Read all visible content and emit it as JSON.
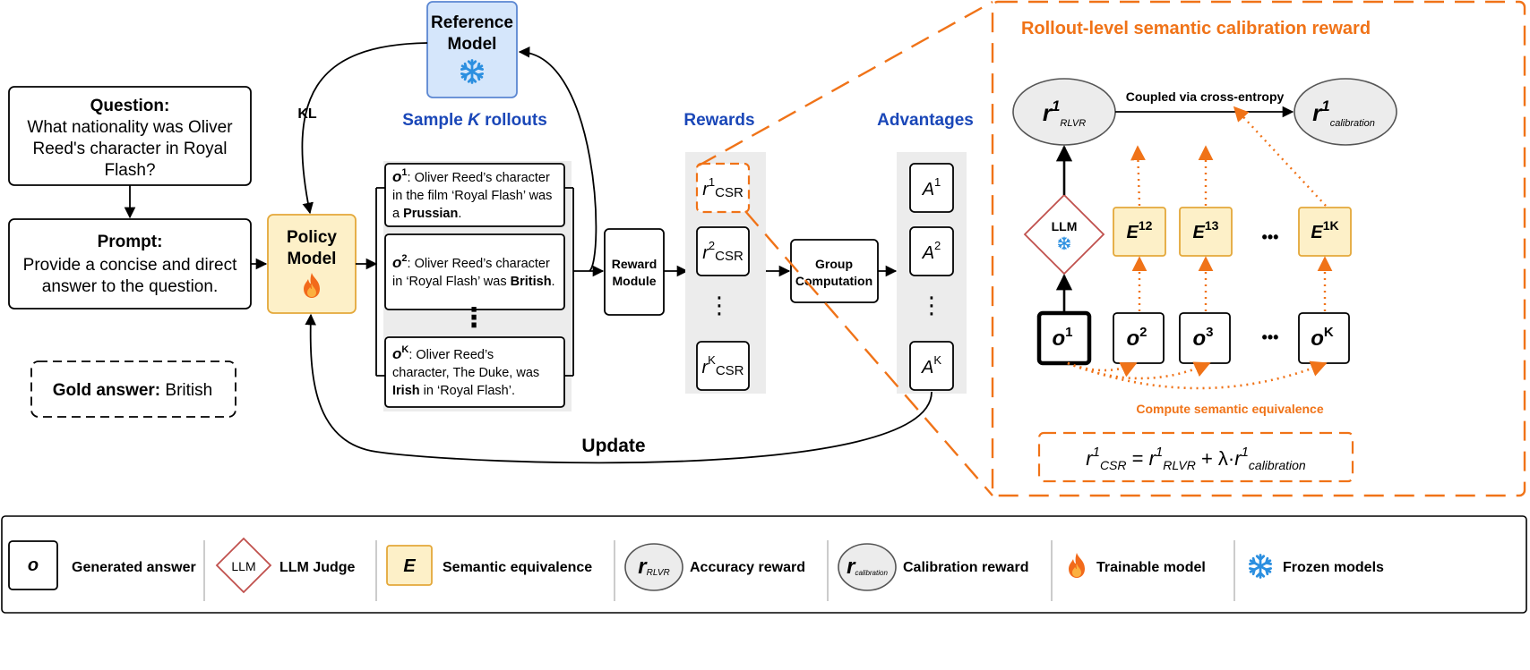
{
  "question": {
    "heading": "Question:",
    "lines": [
      "What nationality was Oliver",
      "Reed's character in Royal",
      "Flash?"
    ]
  },
  "prompt": {
    "heading": "Prompt:",
    "lines": [
      "Provide a concise and direct",
      "answer to the question."
    ]
  },
  "gold": {
    "label": "Gold answer:",
    "value": "British"
  },
  "policy": {
    "line1": "Policy",
    "line2": "Model"
  },
  "reference": {
    "line1": "Reference",
    "line2": "Model"
  },
  "kl_label": "KL",
  "update_label": "Update",
  "sample_header": {
    "pre": "Sample ",
    "k": "K",
    "post": " rollouts"
  },
  "rollouts": [
    {
      "sym": "o",
      "sup": "1",
      "lines": [
        [
          {
            "t": ": Oliver Reed’s character",
            "b": false
          }
        ],
        [
          {
            "t": "in the film ‘Royal Flash’ was",
            "b": false
          }
        ],
        [
          {
            "t": "a ",
            "b": false
          },
          {
            "t": "Prussian",
            "b": true
          },
          {
            "t": ".",
            "b": false
          }
        ]
      ]
    },
    {
      "sym": "o",
      "sup": "2",
      "lines": [
        [
          {
            "t": ": Oliver Reed’s character",
            "b": false
          }
        ],
        [
          {
            "t": "in ‘Royal Flash’ was ",
            "b": false
          },
          {
            "t": "British",
            "b": true
          },
          {
            "t": ".",
            "b": false
          }
        ]
      ]
    },
    {
      "sym": "o",
      "sup": "K",
      "lines": [
        [
          {
            "t": ": Oliver Reed’s",
            "b": false
          }
        ],
        [
          {
            "t": "character, The Duke, was",
            "b": false
          }
        ],
        [
          {
            "t": "Irish",
            "b": true
          },
          {
            "t": " in ‘Royal Flash’.",
            "b": false
          }
        ]
      ]
    }
  ],
  "reward_module": {
    "line1": "Reward",
    "line2": "Module"
  },
  "rewards_header": "Rewards",
  "rewards": [
    {
      "base": "r",
      "sup": "1",
      "sub": "CSR"
    },
    {
      "base": "r",
      "sup": "2",
      "sub": "CSR"
    },
    {
      "base": "r",
      "sup": "K",
      "sub": "CSR"
    }
  ],
  "group": {
    "line1": "Group",
    "line2": "Computation"
  },
  "advantages_header": "Advantages",
  "advantages": [
    {
      "base": "A",
      "sup": "1"
    },
    {
      "base": "A",
      "sup": "2"
    },
    {
      "base": "A",
      "sup": "K"
    }
  ],
  "ellipsis_v": "⋮",
  "panel": {
    "title": "Rollout-level semantic calibration reward",
    "coupled": "Coupled via cross-entropy",
    "r_rlvr": {
      "base": "r",
      "sup": "1",
      "sub": "RLVR"
    },
    "r_cal": {
      "base": "r",
      "sup": "1",
      "sub": "calibration"
    },
    "llm": "LLM",
    "e_boxes": [
      {
        "base": "E",
        "sup": "12"
      },
      {
        "base": "E",
        "sup": "13"
      },
      {
        "base": "E",
        "sup": "1K"
      }
    ],
    "o_boxes": [
      {
        "base": "o",
        "sup": "1"
      },
      {
        "base": "o",
        "sup": "2"
      },
      {
        "base": "o",
        "sup": "3"
      },
      {
        "base": "o",
        "sup": "K"
      }
    ],
    "dots": "•••",
    "semantic_label": "Compute semantic equivalence",
    "formula": [
      {
        "t": "r",
        "k": "n"
      },
      {
        "t": "1",
        "k": "sup"
      },
      {
        "t": "CSR",
        "k": "sub"
      },
      {
        "t": " = ",
        "k": "plain"
      },
      {
        "t": "r",
        "k": "n"
      },
      {
        "t": "1",
        "k": "sup"
      },
      {
        "t": "RLVR",
        "k": "sub"
      },
      {
        "t": " + λ·",
        "k": "plain"
      },
      {
        "t": "r",
        "k": "n"
      },
      {
        "t": "1",
        "k": "sup"
      },
      {
        "t": "calibration",
        "k": "sub"
      }
    ]
  },
  "legend": [
    {
      "symbol": "o",
      "label": "Generated answer"
    },
    {
      "symbol": "LLM",
      "label": "LLM Judge"
    },
    {
      "symbol": "E",
      "label": "Semantic equivalence"
    },
    {
      "symbol": "r",
      "sub": "RLVR",
      "label": "Accuracy reward"
    },
    {
      "symbol": "r",
      "sub": "calibration",
      "label": "Calibration reward"
    },
    {
      "symbol": "fire-icon",
      "label": "Trainable model"
    },
    {
      "symbol": "snowflake-icon",
      "label": "Frozen models"
    }
  ],
  "colors": {
    "orange": "#f07318",
    "policy_fill": "#fdf0c8",
    "policy_stroke": "#e4a83a",
    "ref_fill": "#d5e6fb",
    "ref_stroke": "#5b87d2",
    "blue_text": "#1a47b8",
    "llm_stroke": "#c0504d",
    "grey_panel": "#ececec"
  }
}
